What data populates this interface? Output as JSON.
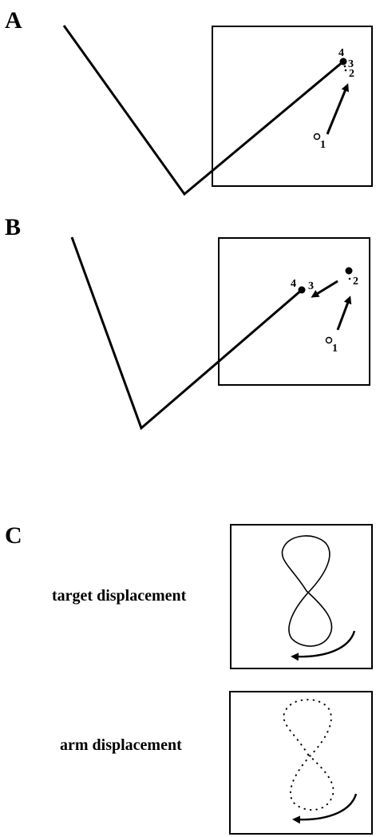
{
  "panels": {
    "a": {
      "letter": "A",
      "labels": {
        "p1": "1",
        "p2": "2",
        "p3": "3",
        "p4": "4"
      }
    },
    "b": {
      "letter": "B",
      "labels": {
        "p1": "1",
        "p2": "2",
        "p3": "3",
        "p4": "4"
      }
    },
    "c": {
      "letter": "C",
      "target_label": "target displacement",
      "arm_label": "arm displacement"
    }
  },
  "colors": {
    "ink": "#000000",
    "background": "#ffffff"
  }
}
